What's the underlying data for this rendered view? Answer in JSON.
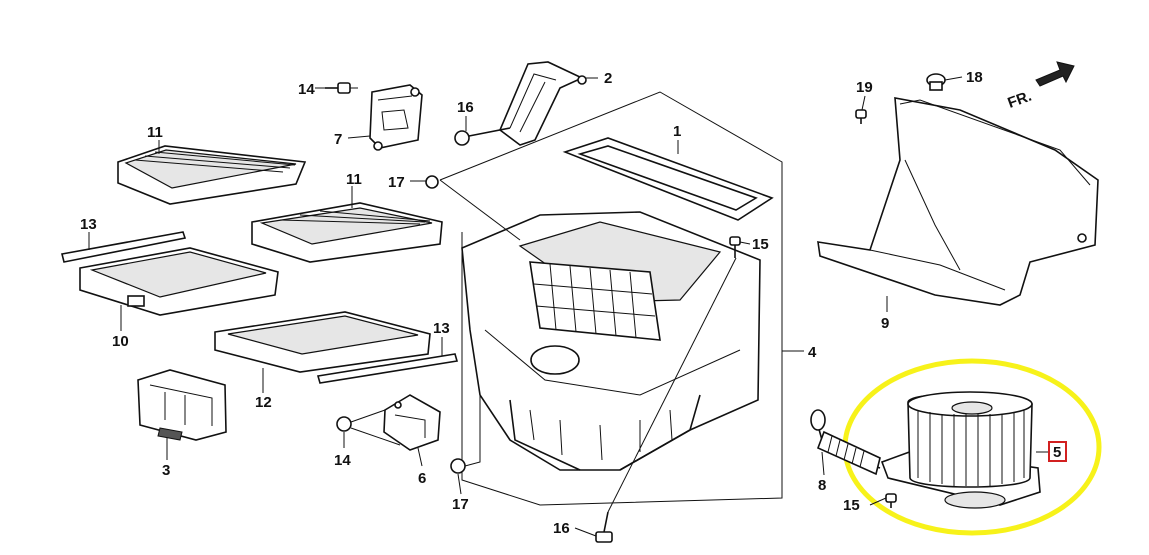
{
  "diagram": {
    "direction_label": "FR.",
    "highlight_color": "#f7f21a",
    "box_color": "#d22020",
    "callouts": {
      "c1": "1",
      "c2": "2",
      "c3": "3",
      "c4": "4",
      "c5": "5",
      "c6": "6",
      "c7": "7",
      "c8": "8",
      "c9": "9",
      "c10": "10",
      "c11a": "11",
      "c11b": "11",
      "c12": "12",
      "c13a": "13",
      "c13b": "13",
      "c14a": "14",
      "c14b": "14",
      "c15a": "15",
      "c15b": "15",
      "c16a": "16",
      "c16b": "16",
      "c17a": "17",
      "c17b": "17",
      "c18": "18",
      "c19": "19"
    }
  }
}
